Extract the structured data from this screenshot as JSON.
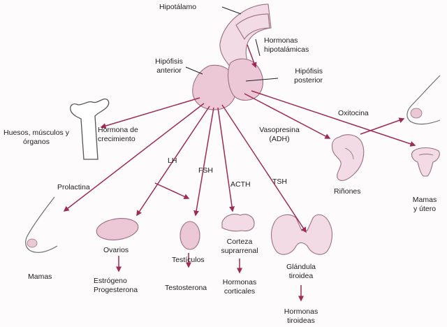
{
  "labels": {
    "hypothalamus": "Hipotálamo",
    "hypothalamic_hormones": [
      "Hormonas",
      "hipotalámicas"
    ],
    "anterior_pituitary": [
      "Hipófisis",
      "anterior"
    ],
    "posterior_pituitary": [
      "Hipófisis",
      "posterior"
    ],
    "bones": [
      "Huesos, músculos y",
      "órganos"
    ],
    "growth_hormone": [
      "Hormona de",
      "crecimiento"
    ],
    "oxytocin": "Oxitocina",
    "vasopressin": [
      "Vasopresina",
      "(ADH)"
    ],
    "lh": "LH",
    "fsh": "FSH",
    "acth": "ACTH",
    "tsh": "TSH",
    "prolactin": "Prolactina",
    "kidneys": "Riñones",
    "breasts_uterus": [
      "Mamas",
      "y útero"
    ],
    "breasts": "Mamas",
    "ovaries": "Ovarios",
    "ovary_hormones": [
      "Estrógeno",
      "Progesterona"
    ],
    "testes": "Testículos",
    "testosterone": "Testosterona",
    "adrenal_cortex": [
      "Corteza",
      "suprarrenal"
    ],
    "cortical_hormones": [
      "Hormonas",
      "corticales"
    ],
    "thyroid": [
      "Glándula",
      "tiroidea"
    ],
    "thyroid_hormones": [
      "Hormonas",
      "tiroideas"
    ]
  },
  "colors": {
    "arrow": "#a02a55",
    "gland_fill": "#ecc8d6",
    "gland_stroke": "#9b6f80"
  }
}
